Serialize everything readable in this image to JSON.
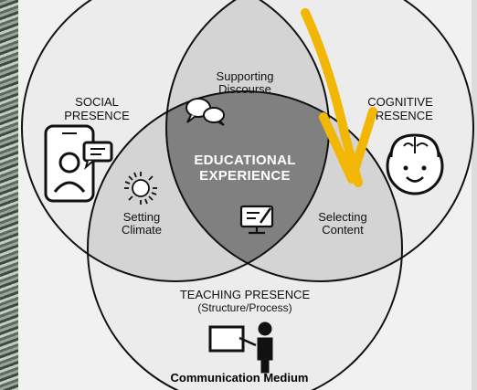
{
  "diagram": {
    "social_presence": [
      "SOCIAL",
      "PRESENCE"
    ],
    "cognitive_presence": [
      "COGNITIVE",
      "PRESENCE"
    ],
    "teaching_presence": [
      "TEACHING PRESENCE",
      "(Structure/Process)"
    ],
    "supporting_discourse": [
      "Supporting",
      "Discourse"
    ],
    "setting_climate": [
      "Setting",
      "Climate"
    ],
    "selecting_content": [
      "Selecting",
      "Content"
    ],
    "educational_experience": [
      "EDUCATIONAL",
      "EXPERIENCE"
    ],
    "footer": "Communication Medium"
  },
  "icons": [
    "phone-user-icon",
    "chat-bubbles-icon",
    "brain-face-icon",
    "sun-icon",
    "computer-icon",
    "teacher-board-icon",
    "arrow-down-icon"
  ],
  "colors": {
    "arrow": "#f2b705",
    "center_fill": "#808080",
    "circle_stroke": "#111111"
  }
}
